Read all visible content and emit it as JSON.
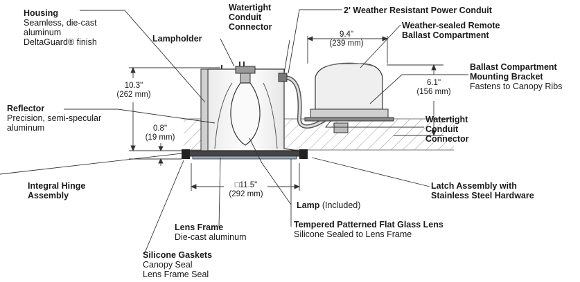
{
  "labels": {
    "housing": {
      "title": "Housing",
      "lines": [
        "Seamless, die-cast",
        "aluminum",
        "DeltaGuard® finish"
      ]
    },
    "watertight_top": {
      "lines": [
        "Watertight",
        "Conduit",
        "Connector"
      ]
    },
    "power_conduit": {
      "title": "2' Weather Resistant Power Conduit"
    },
    "lampholder": {
      "title": "Lampholder"
    },
    "ballast_compartment": {
      "lines": [
        "Weather-sealed Remote",
        "Ballast Compartment"
      ]
    },
    "mounting_bracket": {
      "lines": [
        "Ballast Compartment",
        "Mounting Bracket"
      ],
      "desc": "Fastens to Canopy Ribs"
    },
    "reflector": {
      "title": "Reflector",
      "lines": [
        "Precision, semi-specular",
        "aluminum"
      ]
    },
    "watertight_right": {
      "lines": [
        "Watertight",
        "Conduit",
        "Connector"
      ]
    },
    "integral_hinge": {
      "lines": [
        "Integral Hinge",
        "Assembly"
      ]
    },
    "latch_assembly": {
      "lines": [
        "Latch Assembly with",
        "Stainless Steel Hardware"
      ]
    },
    "lamp": {
      "title": "Lamp",
      "suffix": " (Included)"
    },
    "lens_frame": {
      "title": "Lens Frame",
      "desc": "Die-cast aluminum"
    },
    "glass_lens": {
      "title": "Tempered Patterned Flat Glass Lens",
      "desc": "Silicone Sealed to Lens Frame"
    },
    "silicone_gaskets": {
      "title": "Silicone Gaskets",
      "lines": [
        "Canopy Seal",
        "Lens Frame Seal"
      ]
    }
  },
  "dimensions": {
    "height": {
      "imperial": "10.3\"",
      "metric": "(262 mm)"
    },
    "ballast_width": {
      "imperial": "9.4\"",
      "metric": "(239 mm)"
    },
    "ballast_height": {
      "imperial": "6.1\"",
      "metric": "(156 mm)"
    },
    "lens_offset": {
      "imperial": "0.8\"",
      "metric": "(19 mm)"
    },
    "square": {
      "symbol": "□",
      "imperial": "11.5\"",
      "metric": "(292 mm)"
    }
  },
  "colors": {
    "ink": "#1a1a1a",
    "line": "#333333",
    "hatch": "#9a9a9a",
    "housing_fill": "#f2f2f2"
  }
}
